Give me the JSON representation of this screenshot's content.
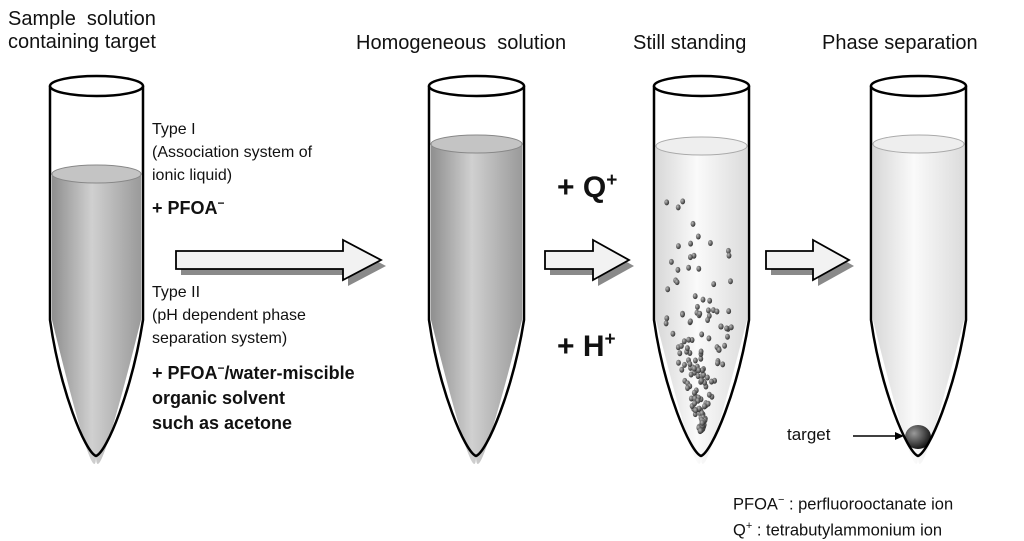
{
  "steps": {
    "sample": {
      "line1": "Sample  solution",
      "line2": "containing target"
    },
    "homogeneous": "Homogeneous  solution",
    "still": "Still standing",
    "phase": "Phase separation"
  },
  "type1": {
    "label": "Type I",
    "desc1": "(Association system of",
    "desc2": "ionic liquid)",
    "reagent_prefix": "+ PFOA",
    "reagent_sup": "−"
  },
  "type2": {
    "label": "Type II",
    "desc1": "(pH dependent phase",
    "desc2": "separation system)",
    "reagent1_prefix": "+ PFOA",
    "reagent1_sup": "−",
    "reagent1_suffix": "/water-miscible",
    "reagent2": "organic solvent",
    "reagent3": "such as acetone"
  },
  "reagents": {
    "q": {
      "prefix": "+ Q",
      "sup": "+"
    },
    "h": {
      "prefix": "+ H",
      "sup": "+"
    }
  },
  "target_label": "target",
  "legend": {
    "pfoa_name": "PFOA",
    "pfoa_sup": "−",
    "pfoa_text": " : perfluorooctanate ion",
    "q_name": "Q",
    "q_sup": "+",
    "q_text": " : tetrabutylammonium ion"
  },
  "colors": {
    "liquid_dark": "#a8a8a8",
    "liquid_light": "#e4e4e4",
    "droplet": "#3a3a3a",
    "arrow_fill": "#f2f2f2",
    "arrow_shadow": "#8a8a8a"
  }
}
